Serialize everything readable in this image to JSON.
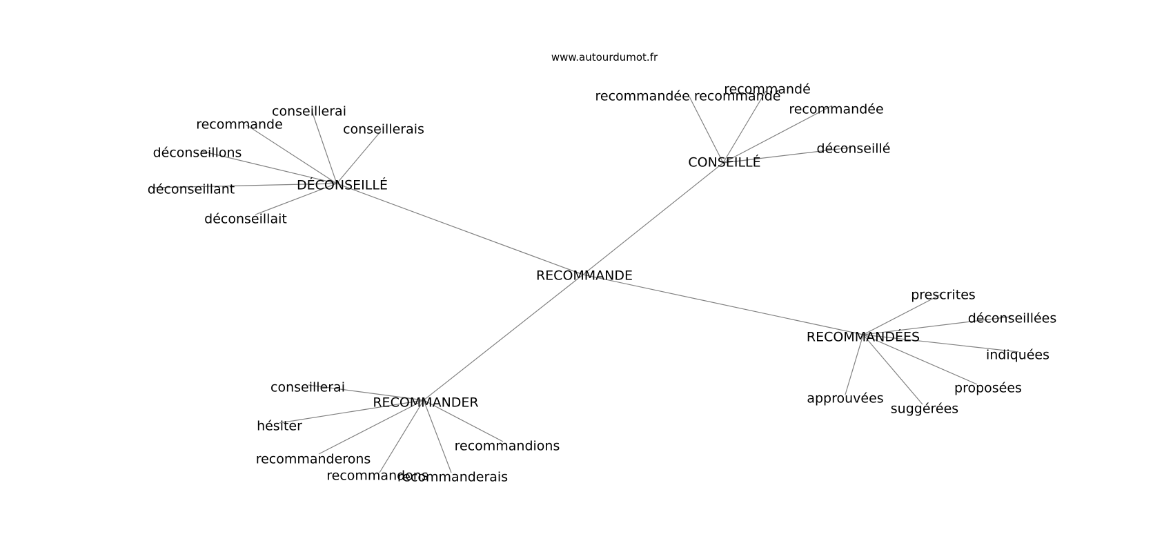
{
  "source": "www.autourdumot.fr",
  "center": "RECOMMANDE",
  "hubs": [
    {
      "label": "DÉCONSEILLÉ",
      "leaves": [
        "conseillerai",
        "recommande",
        "conseillerais",
        "déconseillons",
        "déconseillant",
        "déconseillait"
      ]
    },
    {
      "label": "CONSEILLÉ",
      "leaves": [
        "recommandée recommandé",
        "recommandé",
        "recommandée",
        "déconseillé"
      ]
    },
    {
      "label": "RECOMMANDÉES",
      "leaves": [
        "prescrites",
        "déconseillées",
        "indiquées",
        "proposées",
        "approuvées",
        "suggérées"
      ]
    },
    {
      "label": "RECOMMANDER",
      "leaves": [
        "conseillerai",
        "hésiter",
        "recommanderons",
        "recommandons",
        "recommanderais",
        "recommandions"
      ]
    }
  ]
}
